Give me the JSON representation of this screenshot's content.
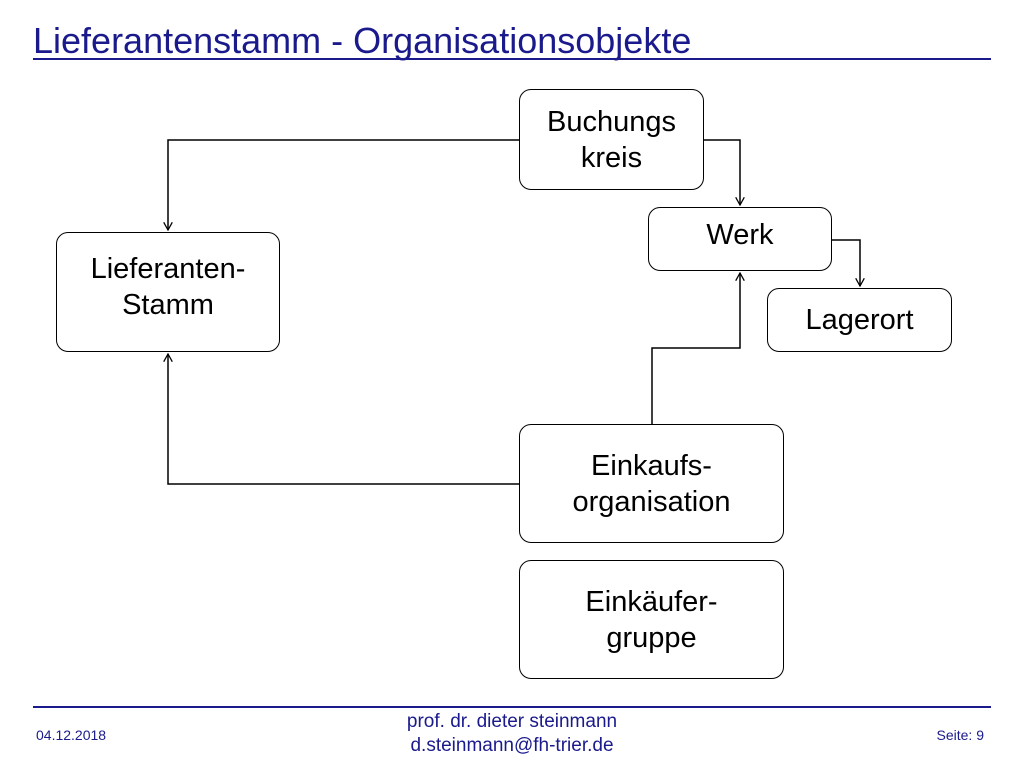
{
  "slide": {
    "title": "Lieferantenstamm - Organisationsobjekte"
  },
  "nodes": {
    "buchungskreis": [
      "Buchungs",
      "kreis"
    ],
    "werk": [
      "Werk"
    ],
    "lagerort": [
      "Lagerort"
    ],
    "lieferanten_stamm": [
      "Lieferanten-",
      "Stamm"
    ],
    "einkaufsorganisation": [
      "Einkaufs-",
      "organisation"
    ],
    "einkaeufergruppe": [
      "Einkäufer-",
      "gruppe"
    ]
  },
  "footer": {
    "date": "04.12.2018",
    "author": "prof. dr. dieter steinmann",
    "email": "d.steinmann@fh-trier.de",
    "page": "Seite: 9"
  }
}
